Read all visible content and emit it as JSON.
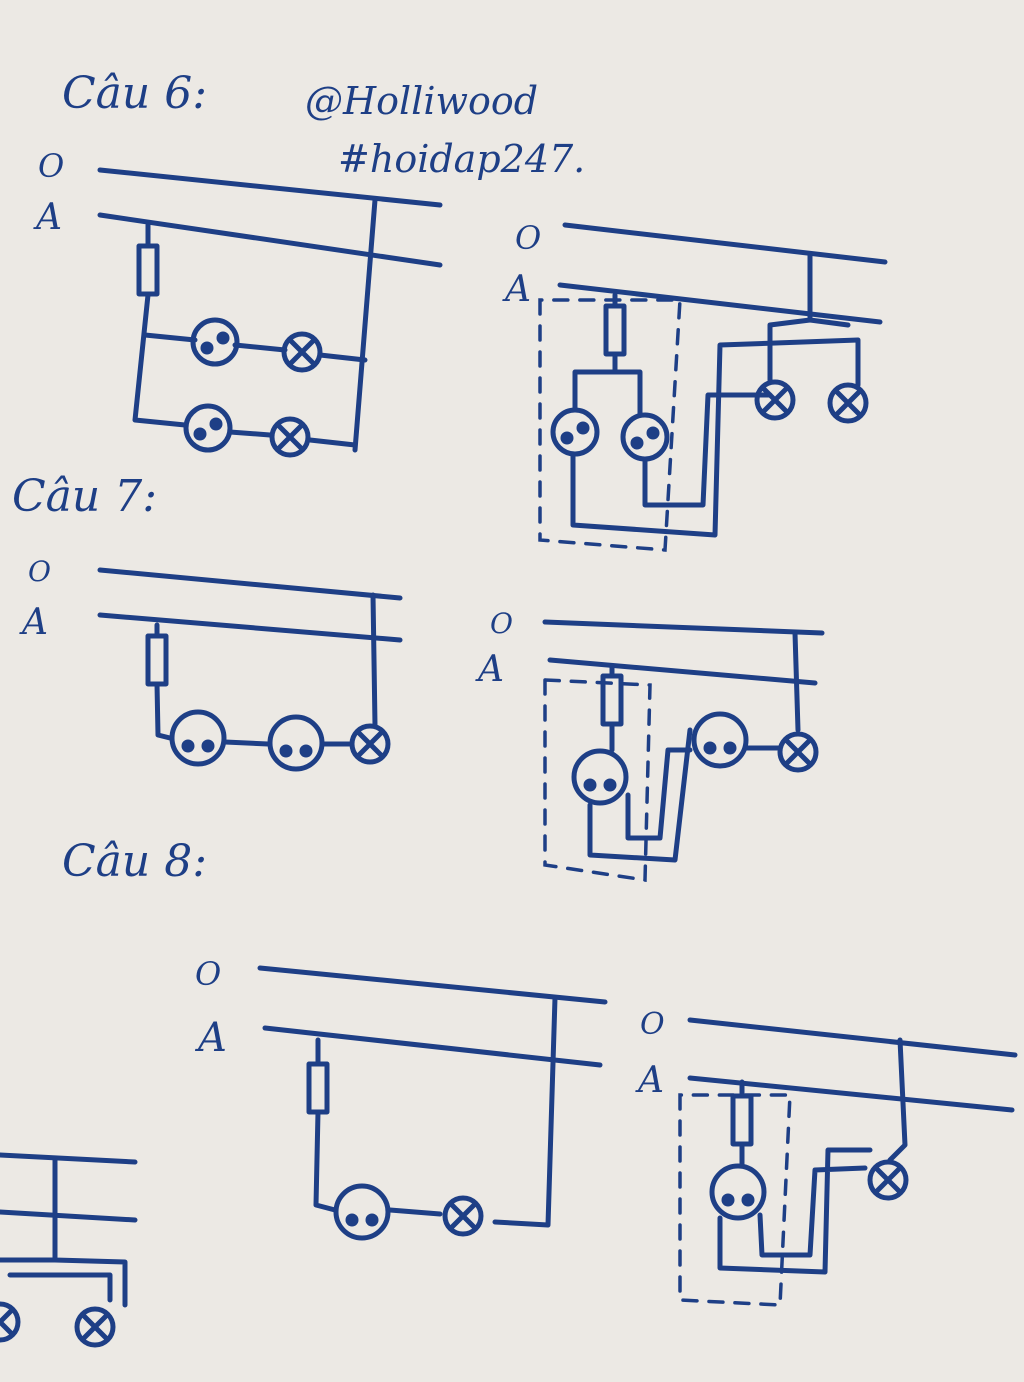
{
  "header": {
    "q6": "Câu 6:",
    "author": "@Holliwood",
    "tag": "#hoidap247."
  },
  "questions": {
    "q7": "Câu 7:",
    "q8": "Câu 8:"
  },
  "wires": {
    "neutral": "O",
    "line": "A"
  },
  "colors": {
    "ink": "#1e3f86",
    "paper": "#ece9e4"
  }
}
